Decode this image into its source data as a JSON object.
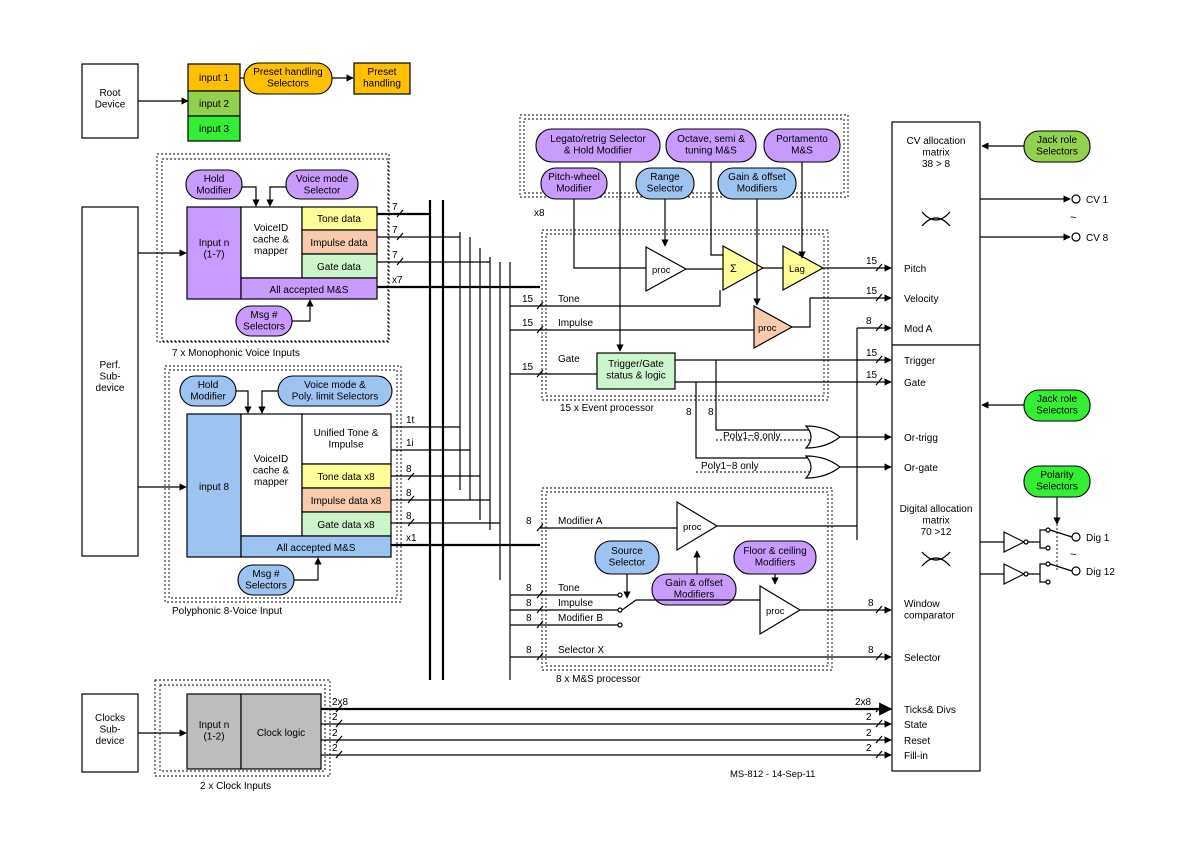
{
  "colors": {
    "orange": "#FFC000",
    "olive": "#92D050",
    "green": "#33EE33",
    "purple": "#C89BFF",
    "blue": "#9DC3F0",
    "yellow": "#FFFF99",
    "salmon": "#F8CBAD",
    "mint": "#CCF5CC",
    "grey": "#BDBDBD"
  },
  "root": {
    "device": "Root\nDevice",
    "inputs": [
      "input 1",
      "input 2",
      "input 3"
    ],
    "preset_selectors": "Preset handling\nSelectors",
    "preset_handling": "Preset\nhandling"
  },
  "perf": {
    "device": "Perf.\nSub-\ndevice"
  },
  "mono": {
    "hold_modifier": "Hold\nModifier",
    "voice_mode": "Voice mode\nSelector",
    "input_n": "Input n\n(1-7)",
    "voiceid": "VoiceID\ncache &\nmapper",
    "tone": "Tone data",
    "impulse": "Impulse data",
    "gate": "Gate data",
    "all_ms": "All accepted M&S",
    "msg_selectors": "Msg #\nSelectors",
    "caption": "7 x Monophonic Voice Inputs",
    "bus_labels": [
      "7",
      "7",
      "7",
      "x7"
    ]
  },
  "poly": {
    "hold_modifier": "Hold\nModifier",
    "voice_mode": "Voice mode &\nPoly. limit Selectors",
    "input": "input 8",
    "voiceid": "VoiceID\ncache &\nmapper",
    "unified": "Unified Tone &\nImpulse",
    "tone": "Tone data x8",
    "impulse": "Impulse data x8",
    "gate": "Gate data x8",
    "all_ms": "All accepted M&S",
    "msg_selectors": "Msg #\nSelectors",
    "caption": "Polyphonic 8-Voice Input",
    "bus_labels": [
      "1t",
      "1i",
      "8",
      "8",
      "8",
      "x1"
    ]
  },
  "clocks": {
    "device": "Clocks\nSub-\ndevice",
    "input": "Input n\n(1-2)",
    "logic": "Clock logic",
    "caption": "2 x Clock Inputs",
    "bus_labels": [
      "2x8",
      "2",
      "2",
      "2"
    ]
  },
  "event": {
    "legato": "Legato/retrig Selector\n& Hold Modifier",
    "octave": "Octave, semi &\ntuning M&S",
    "portamento": "Portamento\nM&S",
    "pitchwheel": "Pitch-wheel\nModifier",
    "range": "Range\nSelector",
    "gain_offset": "Gain & offset\nModifiers",
    "x8": "x8",
    "proc": "proc",
    "sum": "Σ",
    "lag": "Lag",
    "trigger_gate": "Trigger/Gate\nstatus & logic",
    "tone": "Tone",
    "impulse": "Impulse",
    "gate": "Gate",
    "caption": "15 x Event processor",
    "poly_only": "Poly1~8 only",
    "bus_labels": [
      "15",
      "15",
      "15",
      "15",
      "15",
      "8",
      "15",
      "15",
      "8",
      "8"
    ]
  },
  "ms_proc": {
    "modifier_a": "Modifier A",
    "tone": "Tone",
    "impulse": "Impulse",
    "modifier_b": "Modifier B",
    "selector_x": "Selector X",
    "source_selector": "Source\nSelector",
    "gain_offset": "Gain & offset\nModifiers",
    "floor_ceiling": "Floor & ceiling\nModifiers",
    "caption": "8 x M&S processor",
    "bus_labels": [
      "8",
      "8",
      "8",
      "8",
      "8",
      "8",
      "8"
    ]
  },
  "cv_matrix": {
    "title": "CV allocation\nmatrix\n38 > 8",
    "jack_role": "Jack role\nSelectors",
    "cv1": "CV 1",
    "cv8": "CV 8",
    "tilde": "~",
    "outputs": [
      "Pitch",
      "Velocity",
      "Mod A"
    ]
  },
  "dig_matrix": {
    "title": "Digital allocation\nmatrix\n70 >12",
    "jack_role": "Jack role\nSelectors",
    "polarity": "Polarity\nSelectors",
    "dig1": "Dig 1",
    "dig12": "Dig 12",
    "tilde": "~",
    "outputs": [
      "Trigger",
      "Gate",
      "Or-trigg",
      "Or-gate",
      "Window\ncomparator",
      "Selector",
      "Ticks& Divs",
      "State",
      "Reset",
      "Fill-in"
    ]
  },
  "footer": "MS-812 - 14-Sep-11"
}
